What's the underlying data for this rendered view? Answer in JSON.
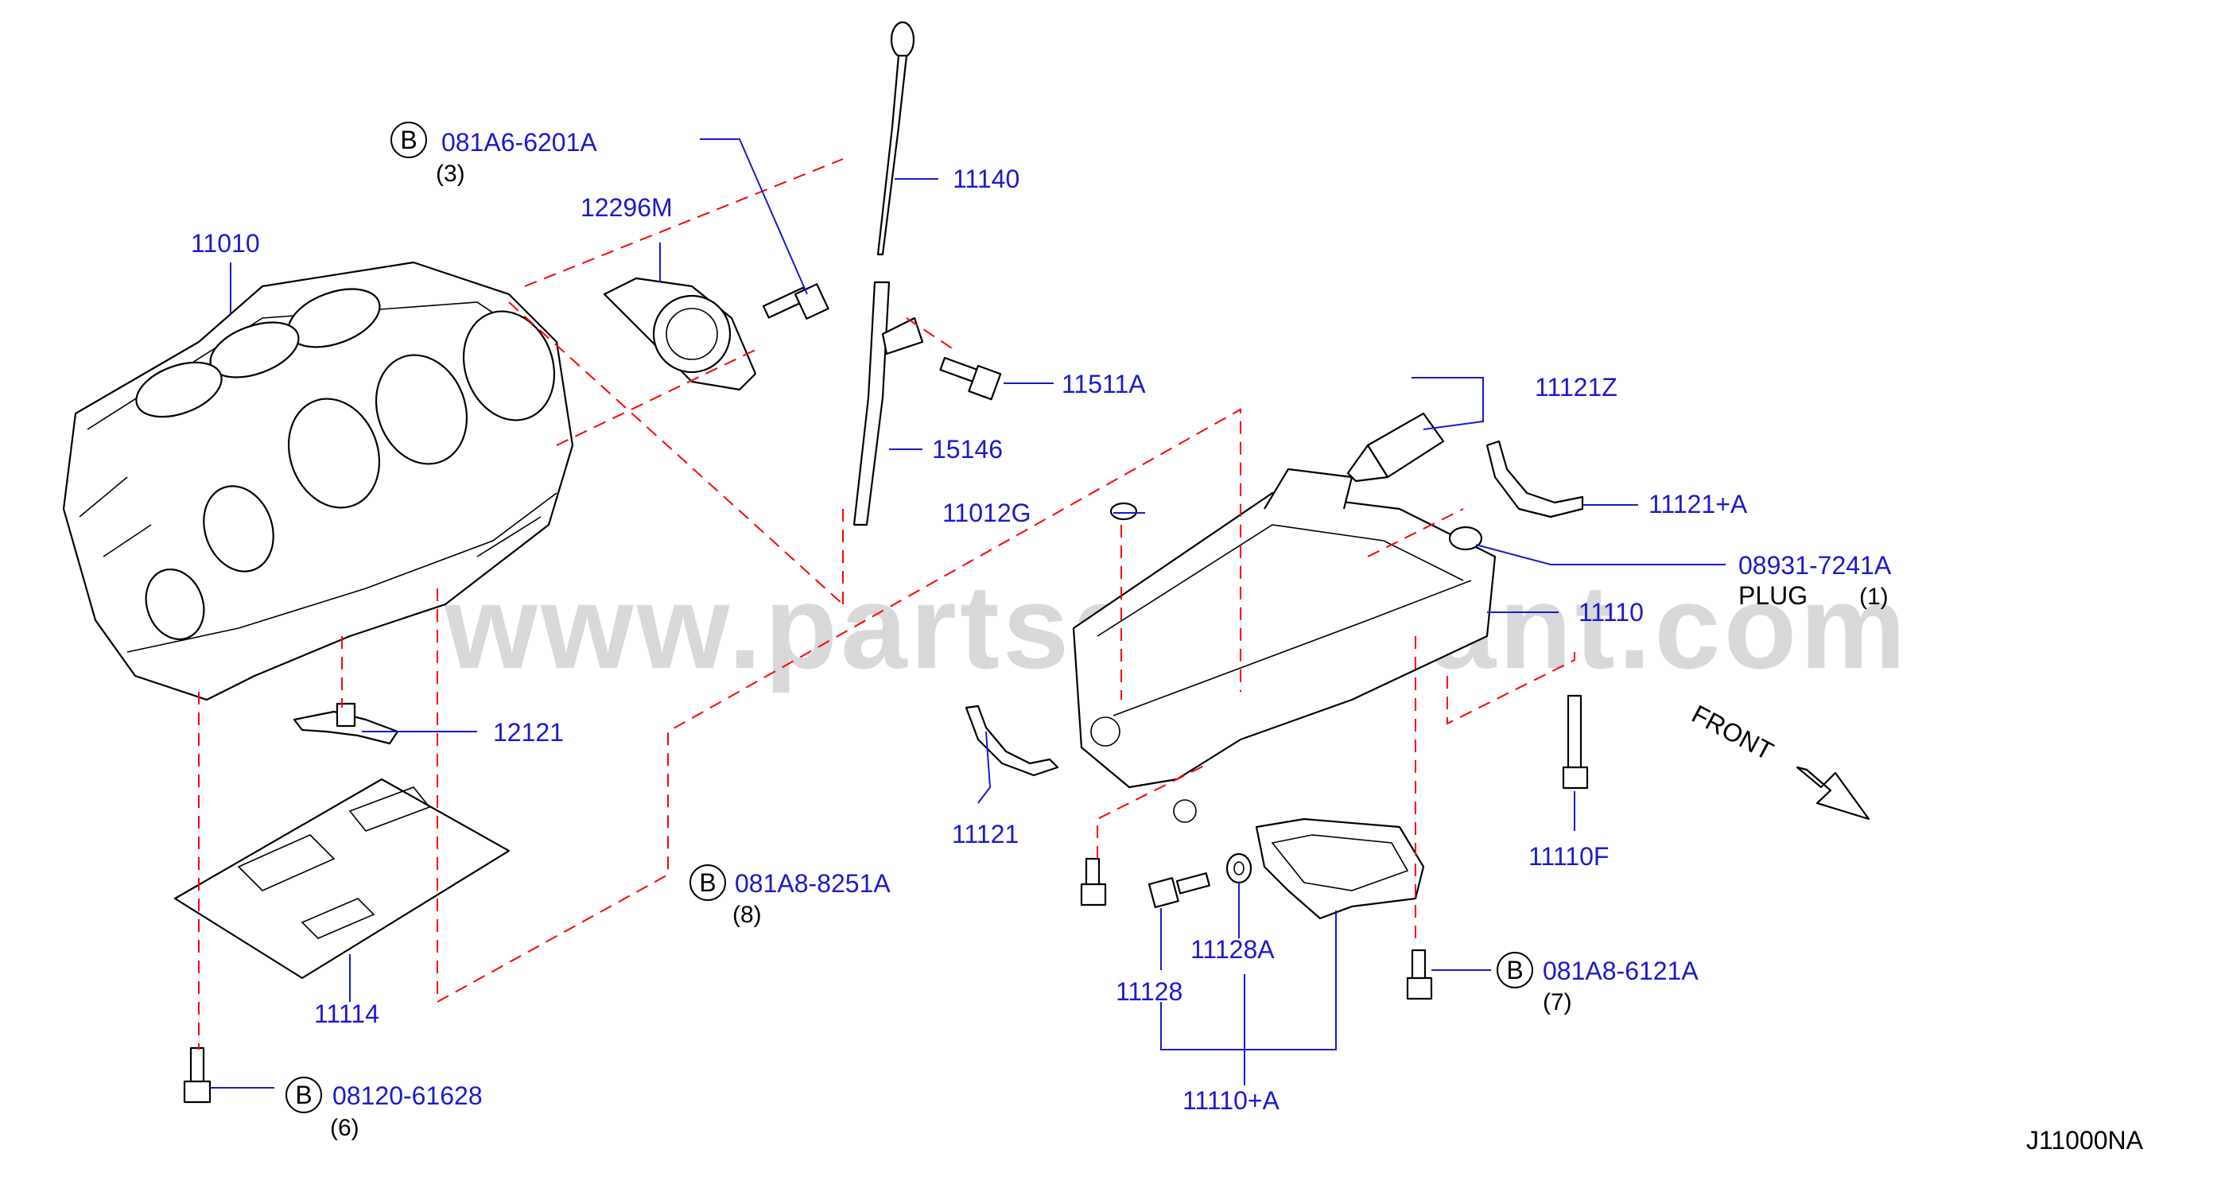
{
  "diagram": {
    "watermark": "www.partsassistant.com",
    "diagram_code": "J11000NA",
    "front_label": "FRONT",
    "bolt_marker": "B",
    "callouts": {
      "bolt_081A6": {
        "part": "081A6-6201A",
        "qty": "(3)"
      },
      "seal_12296M": {
        "part": "12296M"
      },
      "block_11010": {
        "part": "11010"
      },
      "dipstick_11140": {
        "part": "11140"
      },
      "bolt_11511A": {
        "part": "11511A"
      },
      "guide_15146": {
        "part": "15146"
      },
      "sealant_11121Z": {
        "part": "11121Z"
      },
      "gasket_11121A": {
        "part": "11121+A"
      },
      "plug_08931": {
        "part": "08931-7241A",
        "label": "PLUG",
        "qty": "(1)"
      },
      "oring_11012G": {
        "part": "11012G"
      },
      "pan_11110": {
        "part": "11110"
      },
      "jet_12121": {
        "part": "12121"
      },
      "gasket_11121": {
        "part": "11121"
      },
      "bolt_081A8_8251": {
        "part": "081A8-8251A",
        "qty": "(8)"
      },
      "stud_11110F": {
        "part": "11110F"
      },
      "washer_11128A": {
        "part": "11128A"
      },
      "drain_11128": {
        "part": "11128"
      },
      "bolt_081A8_6121": {
        "part": "081A8-6121A",
        "qty": "(7)"
      },
      "plate_11114": {
        "part": "11114"
      },
      "assy_11110A": {
        "part": "11110+A"
      },
      "bolt_08120": {
        "part": "08120-61628",
        "qty": "(6)"
      }
    }
  }
}
